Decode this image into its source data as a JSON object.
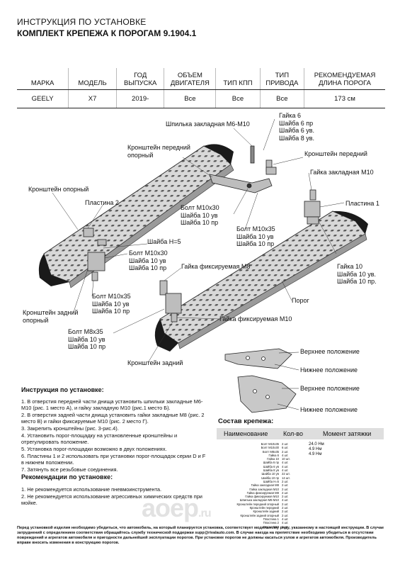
{
  "header": {
    "line1": "ИНСТРУКЦИЯ ПО УСТАНОВКЕ",
    "line2": "КОМПЛЕКТ КРЕПЕЖА К ПОРОГАМ 9.1904.1"
  },
  "spec_table": {
    "headers": [
      "МАРКА",
      "МОДЕЛЬ",
      "ГОД\nВЫПУСКА",
      "ОБЪЕМ\nДВИГАТЕЛЯ",
      "ТИП КПП",
      "ТИП\nПРИВОДА",
      "РЕКОМЕНДУЕМАЯ\nДЛИНА ПОРОГА"
    ],
    "row": [
      "GEELY",
      "X7",
      "2019-",
      "Все",
      "Все",
      "Все",
      "173 см"
    ]
  },
  "diagram_labels": {
    "stud": "Шпилька закладная М6-М10",
    "nut6": "Гайка 6\nШайба 6 пр\nШайба 6 ув.\nШайба 8 ув.",
    "bracket_front_support": "Кронштейн передний\nопорный",
    "bracket_front": "Кронштейн передний",
    "nut_m10_embedded": "Гайка закладная М10",
    "bracket_support": "Кронштейн опорный",
    "plate2": "Пластина 2",
    "bolt_m10x30_top": "Болт М10х30\nШайба 10 ув\nШайба 10 пр",
    "plate1": "Пластина 1",
    "bolt_m10x35_right": "Болт М10х35\nШайба 10 ув\nШайба 10 пр",
    "washer_h5": "Шайба Н=5",
    "bolt_m10x30_mid": "Болт М10х30\nШайба 10 ув\nШайба 10 пр",
    "nut_fix_m8": "Гайка фиксируемая М8",
    "nut10": "Гайка 10\nШайба 10 ув.\nШайба 10 пр.",
    "bolt_m10x35_left": "Болт М10х35\nШайба 10 ув\nШайба 10 пр",
    "bracket_rear_support": "Кронштейн задний\nопорный",
    "sill": "Порог",
    "nut_fix_m10": "Гайка фиксируемая М10",
    "bolt_m8x35": "Болт М8х35\nШайба 10 ув\nШайба 10 пр",
    "bracket_rear": "Кронштейн задний",
    "upper_pos_1": "Верхнее положение",
    "lower_pos_1": "Нижнее положение",
    "upper_pos_2": "Верхнее положение",
    "lower_pos_2": "Нижнее положение"
  },
  "instructions": {
    "title": "Инструкция по установке:",
    "items": [
      "1. В отверстия передней части днища установить шпильки закладные М6-М10 (рис. 1 место А), и гайку закладную М10 (рис.1 место Б).",
      "2. В отверстия задней части днища установить гайки закладные М8 (рис. 2 место В) и гайки фиксируемые М10 (рис. 2 место Г).",
      "3. Закрепить кронштейны (рис. 3-рис.4).",
      "4. Установить порог-площадку на установленные кронштейны и отрегулировать положение.",
      "5. Установка порог-площадки возможно в двух положениях.",
      "6. Пластины 1 и 2 использовать при установки порог-площадок серии D и F в нижнем положении.",
      "7. Затянуть все резьбовые соединения."
    ]
  },
  "recommendations": {
    "title": "Рекомендации по установке:",
    "items": [
      "1. Не рекомендуется использование пневмоинструмента.",
      "2. Не рекомендуется использование агрессивных химических средств при мойке."
    ]
  },
  "parts": {
    "title": "Состав крепежа:",
    "headers": [
      "Наименование",
      "Кол-во",
      "Момент затяжки"
    ],
    "names": [
      "Болт М10х35",
      "Болт М10х30",
      "Болт М8х35",
      "Гайка 6",
      "Гайка 10",
      "Шайба 6 пр",
      "Шайба 6 ув",
      "Шайба 8 ув",
      "Шайба 10 ув",
      "Шайба 10 пр",
      "Шайба Н=5",
      "Гайка закладная М8",
      "Гайка закладная М10",
      "Гайка фиксируемая М8",
      "Гайка фиксируемая М10",
      "Шпилька закладная М6-М10",
      "Кронштейн передний опорный",
      "Кронштейн передний",
      "Кронштейн задний",
      "Кронштейн задний опорный",
      "Пластина 1",
      "Пластина 2",
      "Втулка М10"
    ],
    "qty": [
      "2 шт.",
      "6 шт.",
      "2 шт.",
      "4 шт.",
      "10 шт.",
      "4 шт.",
      "4 шт.",
      "4 шт.",
      "22 шт.",
      "14 шт.",
      "2 шт.",
      "2 шт.",
      "2 шт.",
      "2 шт.",
      "2 шт.",
      "4 шт.",
      "2 шт.",
      "2 шт.",
      "2 шт.",
      "2 шт.",
      "4 шт.",
      "4 шт.",
      "2 шт."
    ],
    "torque": [
      "24.0 Нм",
      "4.9 Нм",
      "4.9 Нм"
    ]
  },
  "watermark": {
    "text": "aoep",
    "suffix": ".ru"
  },
  "footer": "Перед установкой изделия необходимо убедиться, что автомобиль, на который планируется установка, соответствует модельному ряду, указанному в настоящей инструкции. В случае затруднений с определением соответствия обращайтесь службу технической поддержки supp@rivalauto.com. В случае наезда на препятствие необходимо убедиться в отсутствии повреждений и агрегатов автомобиля и пригодности дальнейшей эксплуатации порогов. При установке порогов не должны касаться узлов и агрегатов автомобиля. Производитель вправе вносить изменения в конструкцию порогов."
}
